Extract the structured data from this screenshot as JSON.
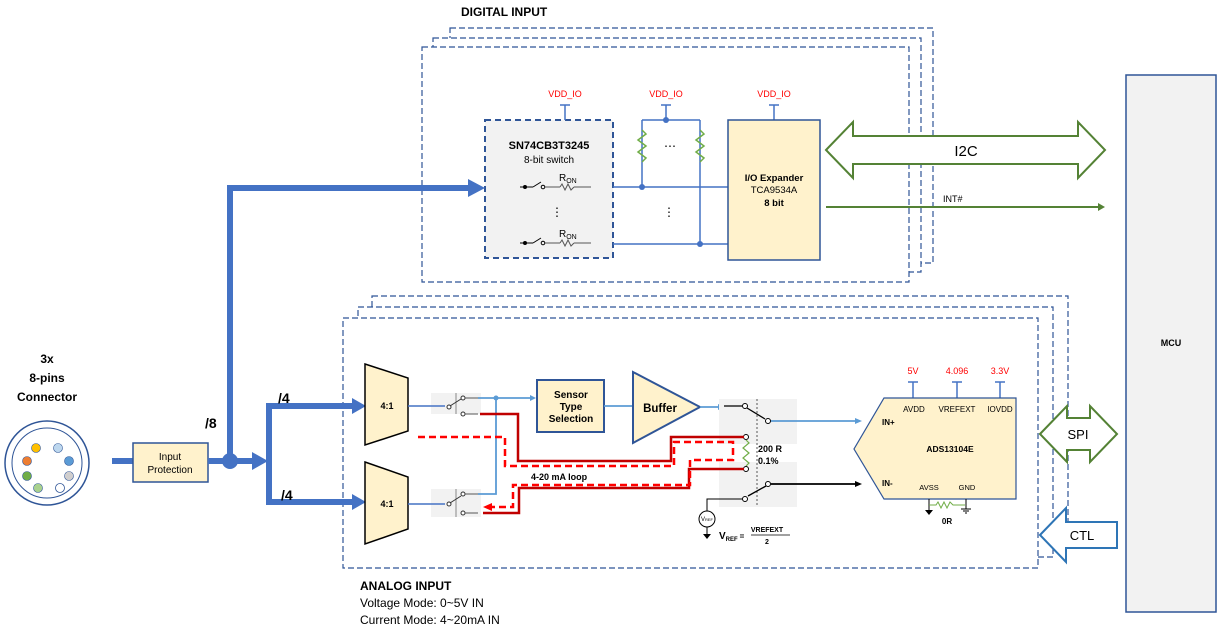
{
  "digital": {
    "title": "DIGITAL INPUT",
    "vdd_labels": [
      "VDD_IO",
      "VDD_IO",
      "VDD_IO"
    ],
    "switch_name": "SN74CB3T3245",
    "switch_desc": "8-bit switch",
    "ron": "R",
    "ron_sub": "ON",
    "expander_line1": "I/O Expander",
    "expander_line2": "TCA9534A",
    "expander_line3": "8 bit",
    "i2c": "I2C",
    "int": "INT#",
    "ellipsis_h": "⋯",
    "ellipsis_v": "⋮"
  },
  "connector": {
    "line1": "3x",
    "line2": "8-pins",
    "line3": "Connector",
    "pin_colors": [
      "#ffc000",
      "#bdd7ee",
      "#ed7d31",
      "#5b9bd5",
      "#70ad47",
      "#d0cece",
      "#a9d18e",
      "#ffffff"
    ]
  },
  "input_protection": {
    "line1": "Input",
    "line2": "Protection"
  },
  "bus_labels": {
    "main": "/8",
    "upper": "/4",
    "lower": "/4"
  },
  "analog": {
    "mux_top": "4:1",
    "mux_bottom": "4:1",
    "sensor_line1": "Sensor",
    "sensor_line2": "Type",
    "sensor_line3": "Selection",
    "buffer": "Buffer",
    "resistor": "200 R",
    "tolerance": "0.1%",
    "loop": "4-20 mA loop",
    "vref": "V",
    "vref_sub": "REF",
    "vref_eq": "=",
    "vref_num": "VREFEXT",
    "vref_den": "2",
    "adc_name": "ADS13104E",
    "supplies": [
      "5V",
      "4.096",
      "3.3V"
    ],
    "pins": {
      "avdd": "AVDD",
      "vrefext": "VREFEXT",
      "iovdd": "IOVDD",
      "inp": "IN+",
      "inn": "IN-",
      "avss": "AVSS",
      "gnd": "GND"
    },
    "zero_ohm": "0R",
    "title": "ANALOG INPUT",
    "voltage_mode": "Voltage Mode: 0~5V IN",
    "current_mode": "Current Mode: 4~20mA IN"
  },
  "mcu": {
    "label": "MCU",
    "spi": "SPI",
    "ctl": "CTL"
  },
  "colors": {
    "bus": "#4472c4",
    "green": "#548235",
    "red": "#c00000",
    "block_fill": "#fff2cc",
    "frame": "#2f5597"
  }
}
